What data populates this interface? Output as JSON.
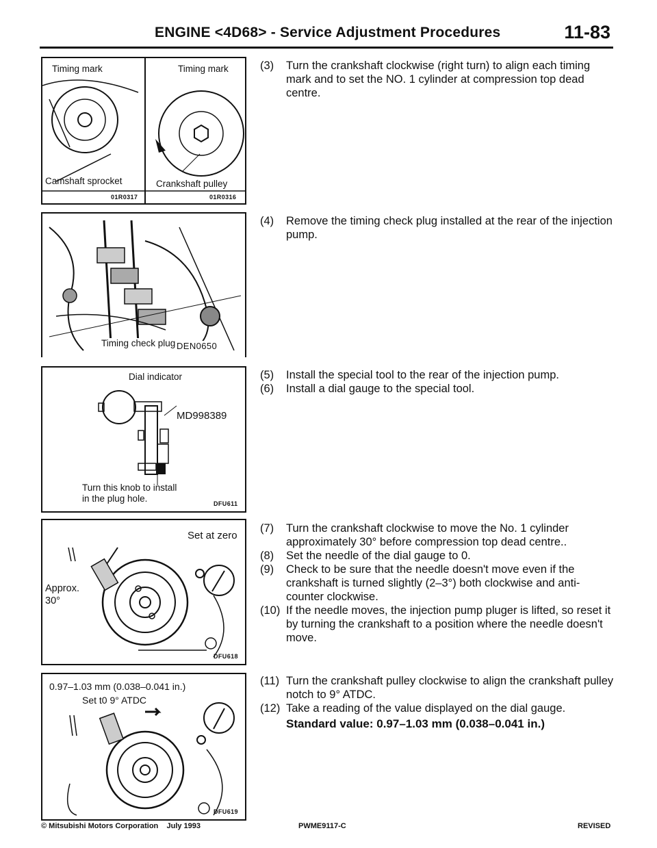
{
  "header": {
    "title": "ENGINE <4D68> - Service Adjustment Procedures",
    "page": "11-83"
  },
  "figures": {
    "fig1": {
      "timing_mark_left": "Timing mark",
      "timing_mark_right": "Timing mark",
      "camshaft_sprocket": "Camshaft sprocket",
      "crankshaft_pulley": "Crankshaft pulley",
      "code_left": "01R0317",
      "code_right": "01R0316"
    },
    "fig2": {
      "label": "Timing check plug",
      "code": "DEN0650"
    },
    "fig3": {
      "dial_indicator": "Dial indicator",
      "tool": "MD998389",
      "knob_note_1": "Turn this knob to install",
      "knob_note_2": "in the plug hole.",
      "code": "DFU611"
    },
    "fig4": {
      "set_zero": "Set at zero",
      "approx_1": "Approx.",
      "approx_2": "30°",
      "code": "DFU618"
    },
    "fig5": {
      "range": "0.97–1.03 mm (0.038–0.041 in.)",
      "set_to": "Set t0 9° ATDC",
      "code": "DFU619"
    }
  },
  "steps": [
    {
      "num": "(3)",
      "text": "Turn the crankshaft clockwise (right turn) to align each timing mark and to set the NO. 1 cylinder at compression top dead centre."
    },
    {
      "num": "(4)",
      "text": "Remove the timing check plug installed at the rear of the injection pump."
    },
    {
      "num": "(5)",
      "text": "Install the special tool to the rear of the injection pump."
    },
    {
      "num": "(6)",
      "text": "Install a dial gauge to the special tool."
    },
    {
      "num": "(7)",
      "text": "Turn the crankshaft clockwise to move the No. 1 cylinder approximately 30° before compression top dead centre.."
    },
    {
      "num": "(8)",
      "text": "Set the needle of the dial gauge to 0."
    },
    {
      "num": "(9)",
      "text": "Check to be sure that the needle doesn't move even if the crankshaft is turned slightly (2–3°) both clockwise and anti-counter clockwise."
    },
    {
      "num": "(10)",
      "text": "If the needle moves, the injection pump pluger is lifted, so reset it by turning the crankshaft to a position where the needle doesn't move."
    },
    {
      "num": "(11)",
      "text": "Turn the crankshaft pulley clockwise to align the crankshaft pulley notch to 9° ATDC."
    },
    {
      "num": "(12)",
      "text": "Take a reading of the value displayed on the dial gauge."
    }
  ],
  "standard_value": "Standard value:  0.97–1.03 mm (0.038–0.041 in.)",
  "footer": {
    "copyright": "© Mitsubishi Motors Corporation    July 1993",
    "code": "PWME9117-C",
    "status": "REVISED"
  }
}
